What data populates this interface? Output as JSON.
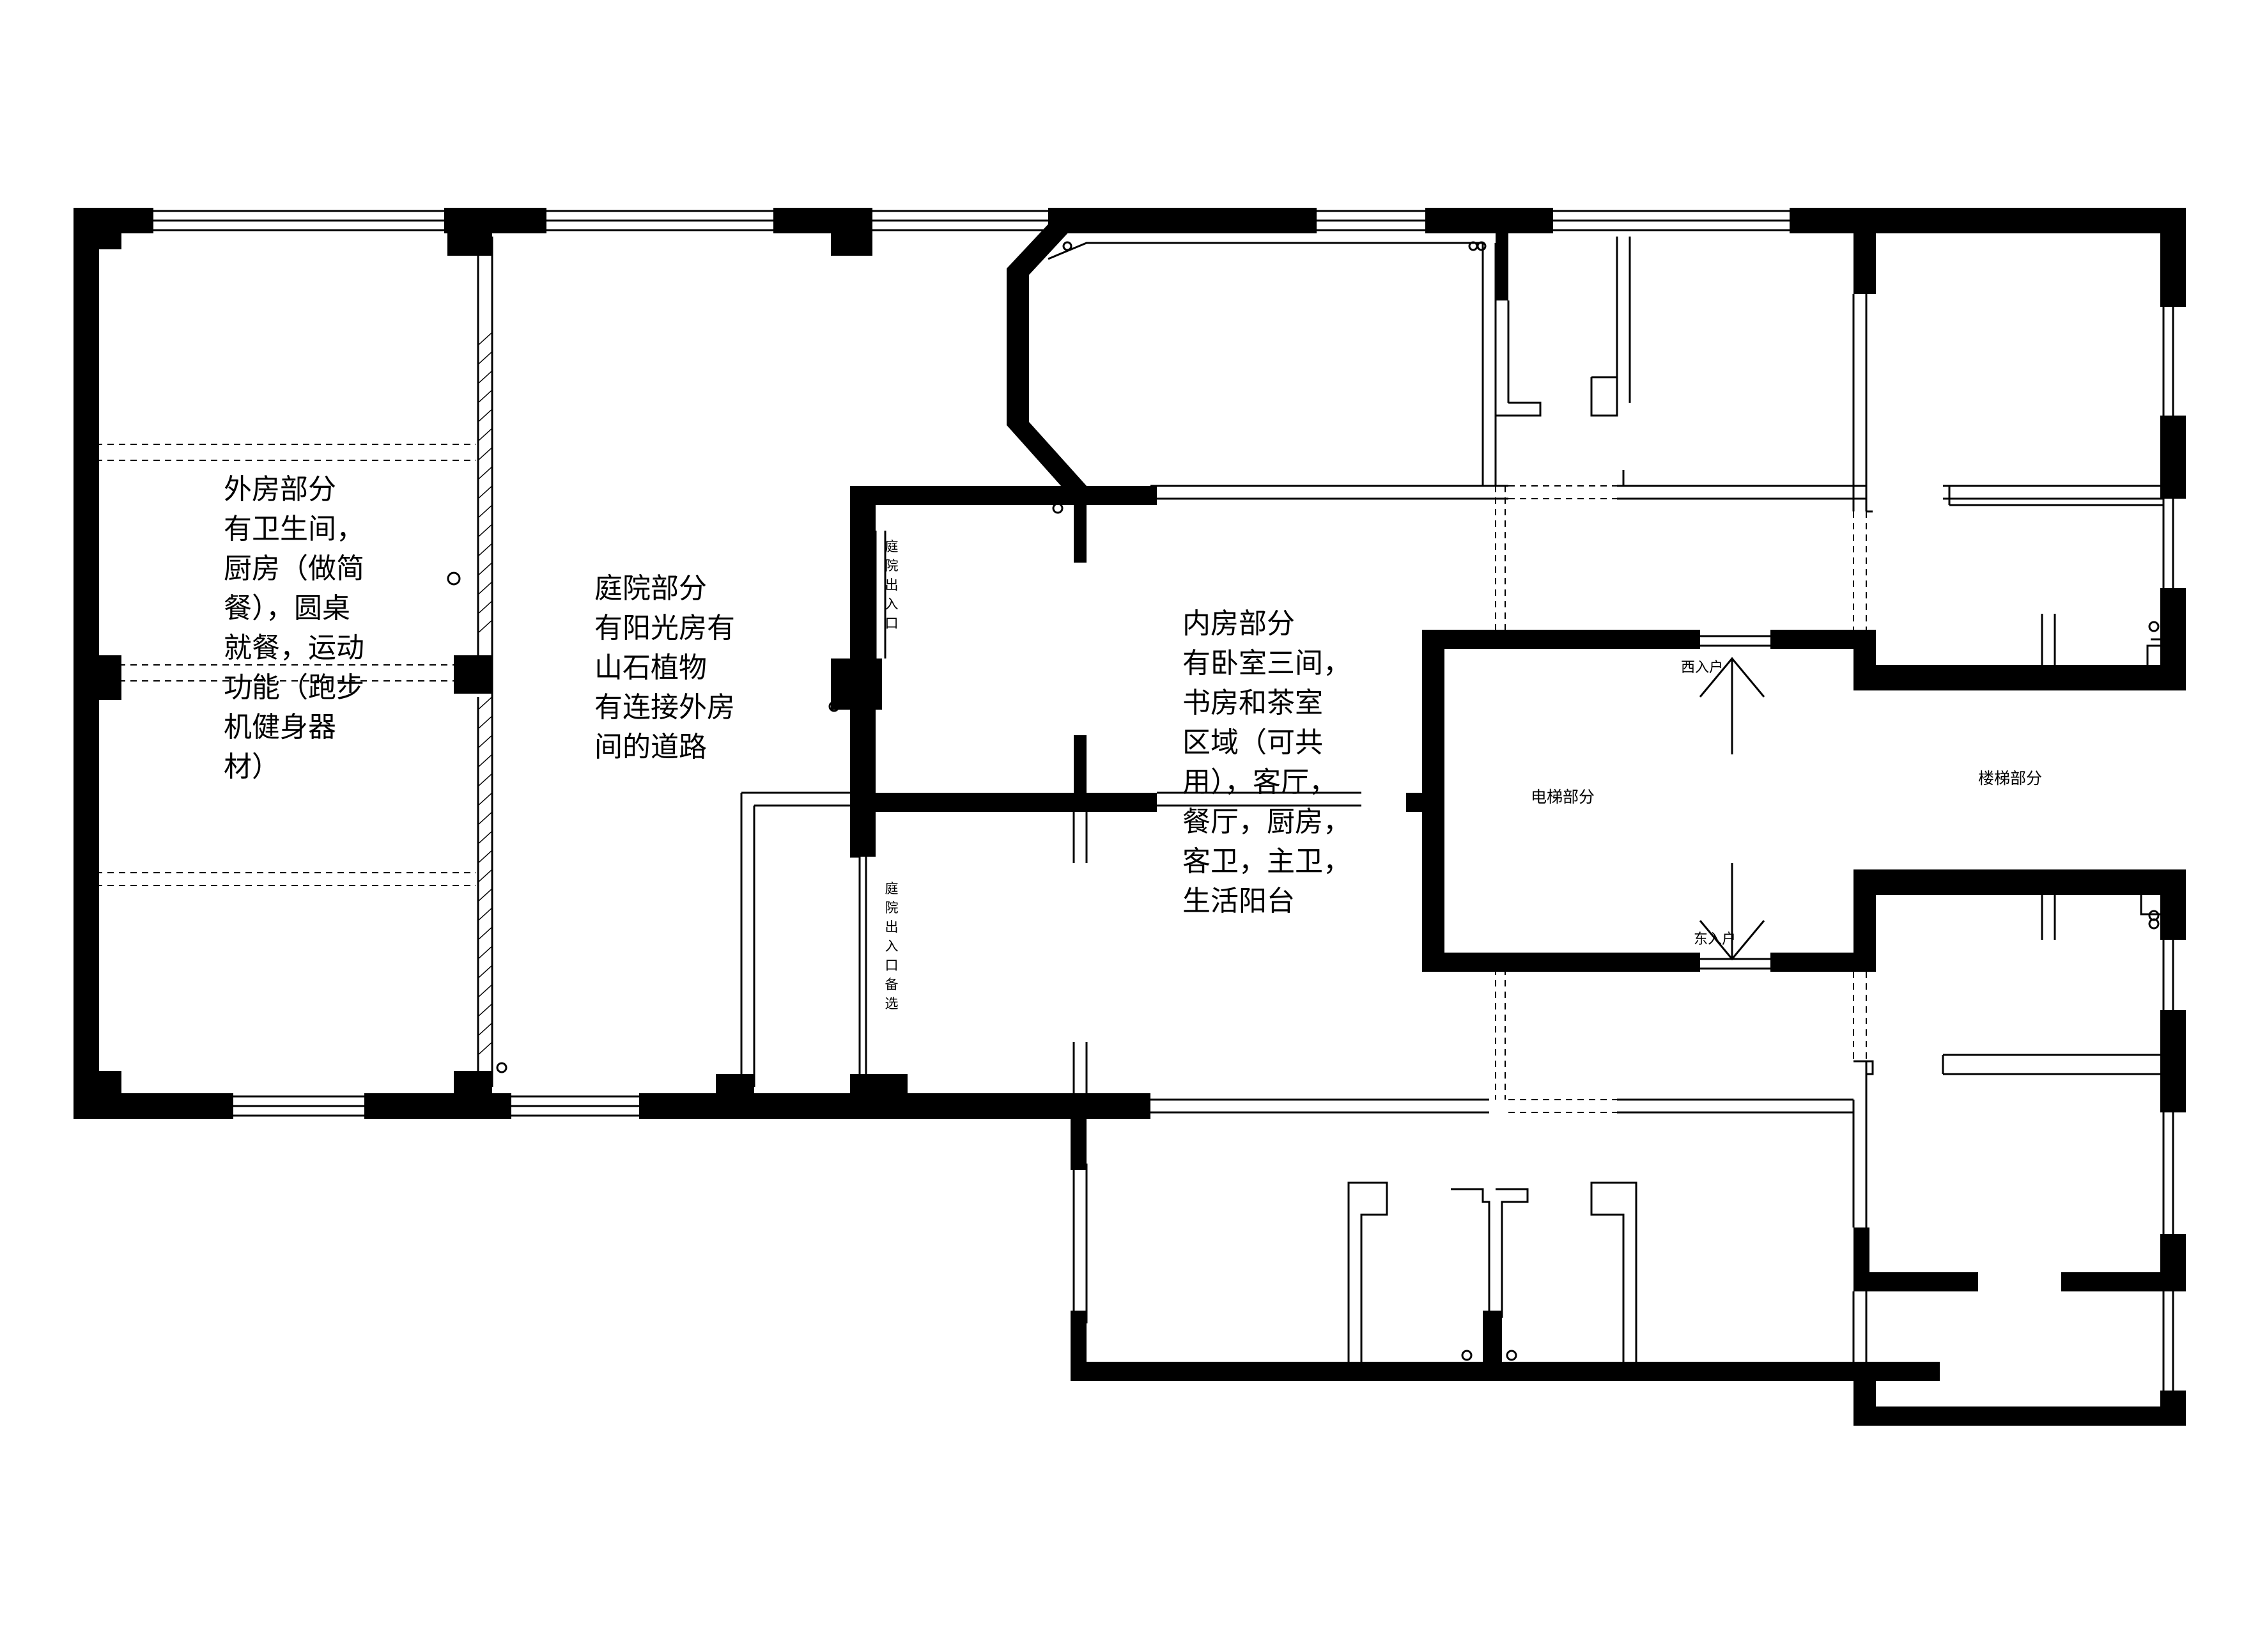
{
  "rooms": {
    "outer": {
      "title": "外房部分",
      "lines": [
        "有卫生间，",
        "厨房（做简",
        "餐），圆桌",
        "就餐，运动",
        "功能（跑步",
        "机健身器",
        "材）"
      ]
    },
    "courtyard": {
      "title": "庭院部分",
      "lines": [
        "有阳光房有",
        "山石植物",
        "有连接外房",
        "间的道路"
      ]
    },
    "inner": {
      "title": "内房部分",
      "lines": [
        "有卧室三间，",
        "书房和茶室",
        "区域（可共",
        "用），客厅，",
        "餐厅，厨房，",
        "客卫，主卫，",
        "生活阳台"
      ]
    },
    "elevator": {
      "label": "电梯部分"
    },
    "stairs": {
      "label": "楼梯部分"
    }
  },
  "entrances": {
    "courtyard_exit": "庭院出入口",
    "courtyard_exit_alt": "庭院出入口备选",
    "west_entry": "西入户",
    "east_entry": "东入户"
  },
  "colors": {
    "wall": "#000000",
    "line": "#000000",
    "background": "#ffffff"
  }
}
